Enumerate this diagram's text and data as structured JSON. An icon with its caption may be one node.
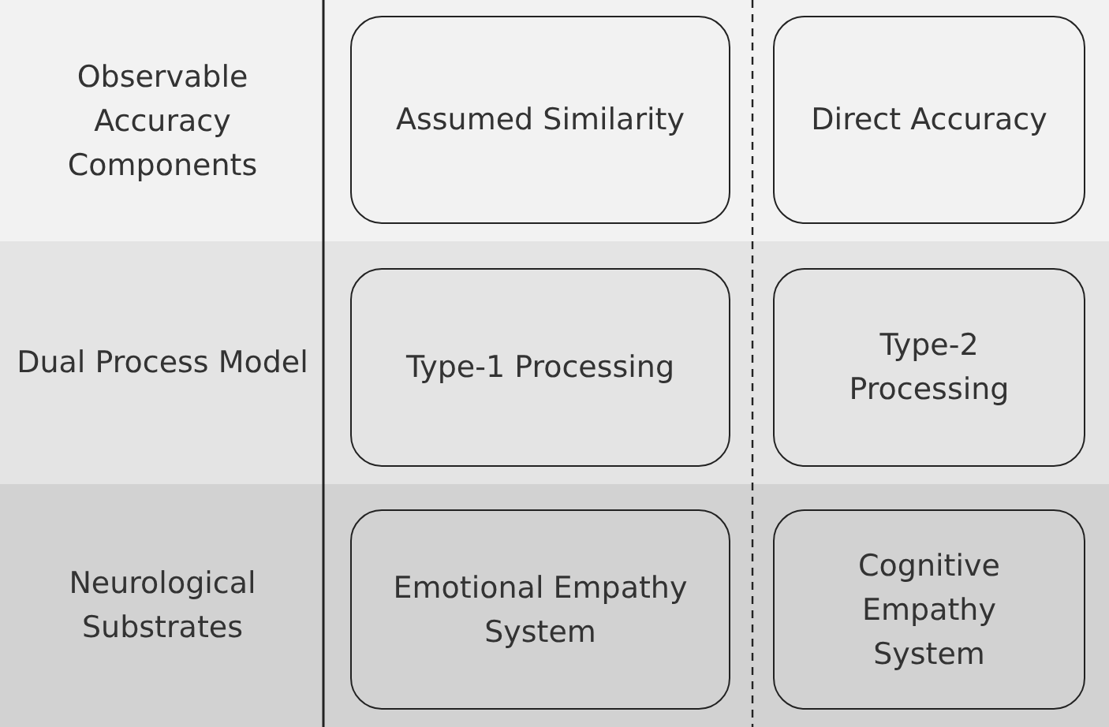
{
  "diagram": {
    "nodes": [
      {
        "text": [
          "Observable Accuracy Components"
        ]
      },
      {
        "text": [
          "Assumed Similarity"
        ],
        "in": 0
      },
      {
        "text": [
          "Direct Accuracy"
        ],
        "in": 0
      },
      {
        "text": [
          "Dual Process Model"
        ]
      },
      {
        "text": [
          "Type-1 Processing"
        ],
        "in": 3
      },
      {
        "text": [
          "Type-2 Processing"
        ],
        "in": 3
      },
      {
        "text": [
          "Neurological Substrates"
        ]
      },
      {
        "text": [
          "Emotional Empathy System"
        ],
        "in": 6
      },
      {
        "text": [
          "Cognitive Empathy System"
        ],
        "in": 6
      }
    ]
  }
}
